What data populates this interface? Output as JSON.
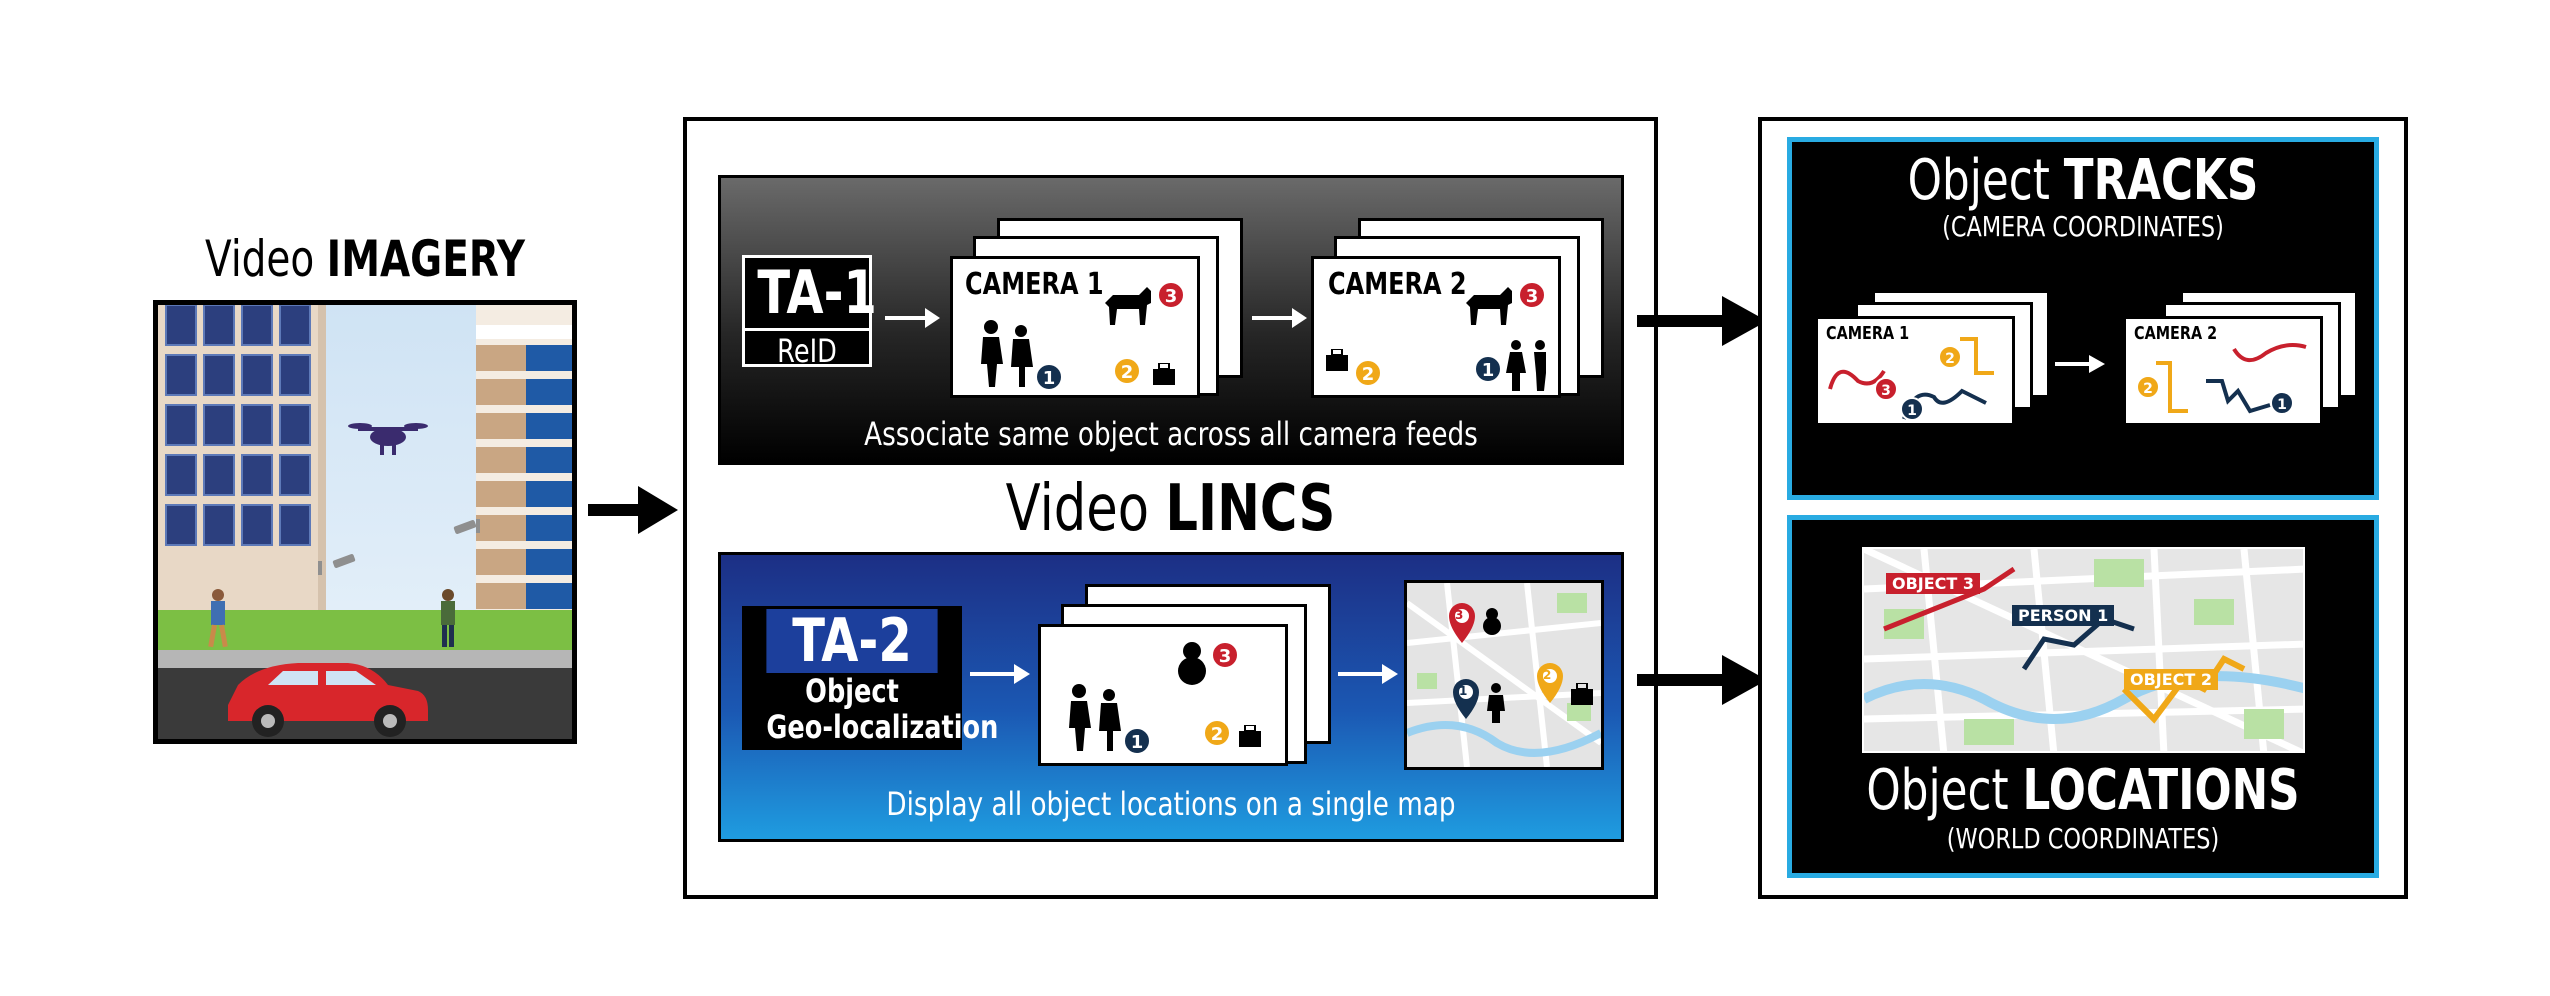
{
  "imagery": {
    "title_light": "Video ",
    "title_bold": "IMAGERY"
  },
  "lincs": {
    "title_light": "Video ",
    "title_bold": "LINCS"
  },
  "ta1": {
    "code": "TA-1",
    "name": "ReID",
    "caption": "Associate same object across all camera feeds",
    "camera1_label": "CAMERA 1",
    "camera2_label": "CAMERA 2"
  },
  "ta2": {
    "code": "TA-2",
    "name_line1": "Object",
    "name_line2": "Geo-localization",
    "caption": "Display all object locations on a single map"
  },
  "tracks": {
    "title_light": "Object ",
    "title_bold": "TRACKS",
    "subtitle": "(CAMERA COORDINATES)",
    "camera1_label": "CAMERA 1",
    "camera2_label": "CAMERA 2"
  },
  "locations": {
    "title_light": "Object ",
    "title_bold": "LOCATIONS",
    "subtitle": "(WORLD COORDINATES)",
    "tag_object3": "OBJECT 3",
    "tag_person1": "PERSON 1",
    "tag_object2": "OBJECT 2"
  },
  "badges": {
    "one": "1",
    "two": "2",
    "three": "3"
  },
  "colors": {
    "red": "#c8202d",
    "navy": "#14304f",
    "gold": "#f0a818",
    "panel_border": "#29abe2"
  }
}
